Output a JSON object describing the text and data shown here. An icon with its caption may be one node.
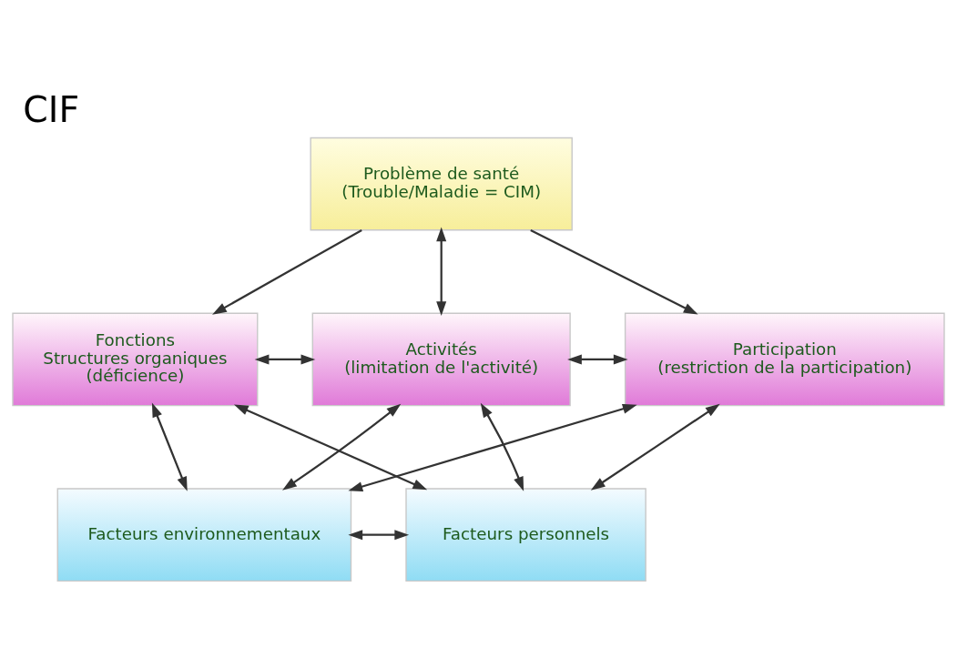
{
  "diagram": {
    "title": "CIF",
    "nodes": [
      {
        "text": [
          "Problème de santé",
          "(Trouble/Maladie = CIM)"
        ]
      },
      {
        "text": [
          "Fonctions",
          "Structures organiques",
          "(déficience)"
        ]
      },
      {
        "text": [
          "Activités",
          "(limitation de l'activité)"
        ]
      },
      {
        "text": [
          "Participation",
          "(restriction de la participation)"
        ]
      },
      {
        "text": [
          "Facteurs environnementaux"
        ]
      },
      {
        "text": [
          "Facteurs personnels"
        ]
      }
    ],
    "edges": [
      {
        "from": 0,
        "to": 2,
        "arrow": "both"
      },
      {
        "from": 0,
        "to": 1,
        "arrow": "to"
      },
      {
        "from": 0,
        "to": 3,
        "arrow": "to"
      },
      {
        "from": 1,
        "to": 2,
        "arrow": "both"
      },
      {
        "from": 2,
        "to": 3,
        "arrow": "both"
      },
      {
        "from": 4,
        "to": 1,
        "arrow": "both"
      },
      {
        "from": 4,
        "to": 2,
        "arrow": "both"
      },
      {
        "from": 4,
        "to": 3,
        "arrow": "both"
      },
      {
        "from": 5,
        "to": 1,
        "arrow": "both"
      },
      {
        "from": 5,
        "to": 2,
        "arrow": "both"
      },
      {
        "from": 5,
        "to": 3,
        "arrow": "both"
      },
      {
        "from": 4,
        "to": 5,
        "arrow": "both"
      }
    ]
  }
}
